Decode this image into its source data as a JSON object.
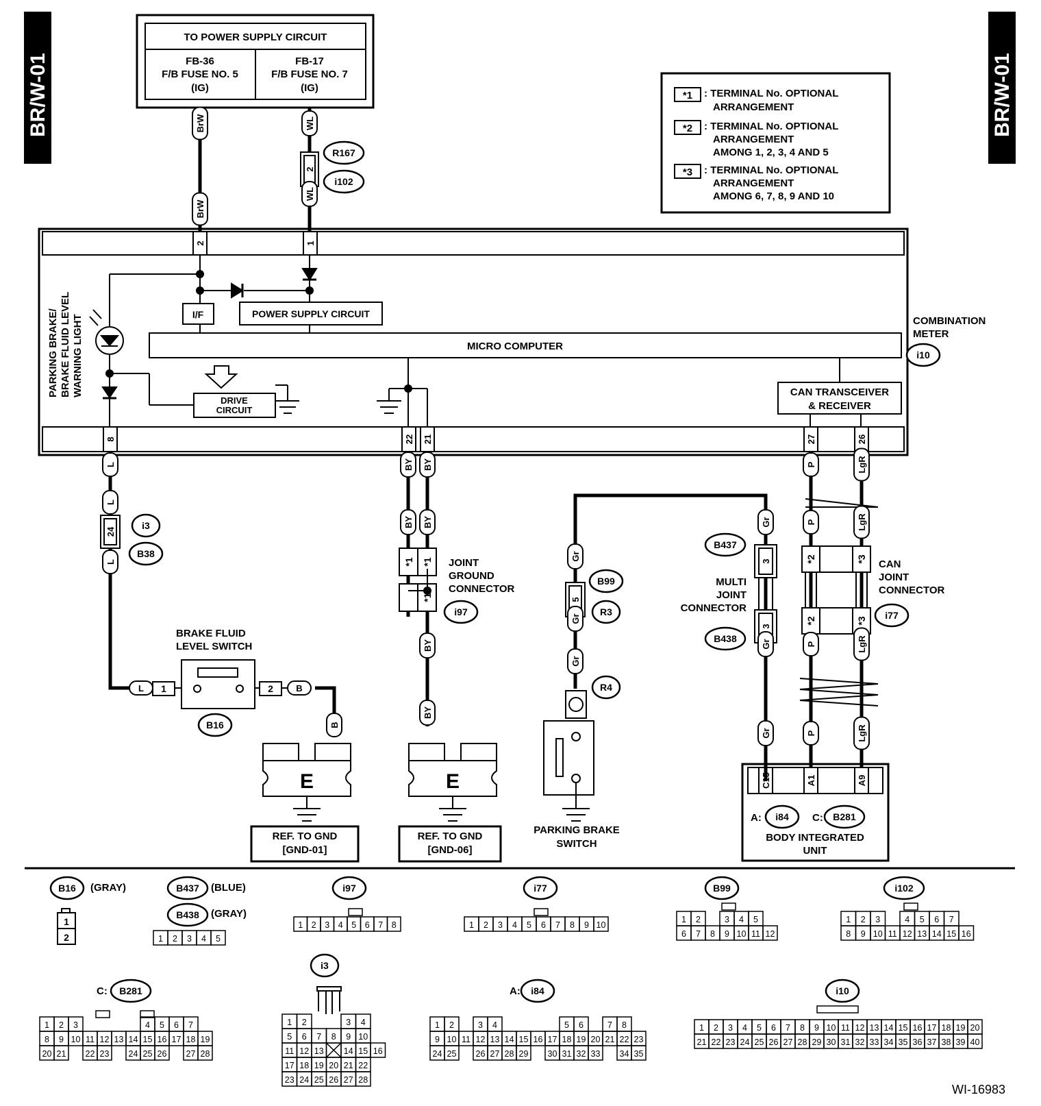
{
  "side_tab": "BR/W-01",
  "power": {
    "title": "TO POWER SUPPLY CIRCUIT",
    "left": [
      "FB-36",
      "F/B FUSE NO. 5",
      "(IG)"
    ],
    "right": [
      "FB-17",
      "F/B FUSE NO. 7",
      "(IG)"
    ]
  },
  "legend": {
    "s1_mark": "*1",
    "s1_l1": ": TERMINAL No. OPTIONAL",
    "s1_l2": "ARRANGEMENT",
    "s2_mark": "*2",
    "s2_l1": ": TERMINAL No. OPTIONAL",
    "s2_l2": "ARRANGEMENT",
    "s2_l3": "AMONG 1, 2, 3, 4  AND 5",
    "s3_mark": "*3",
    "s3_l1": ": TERMINAL No. OPTIONAL",
    "s3_l2": "ARRANGEMENT",
    "s3_l3": "AMONG 6, 7, 8, 9  AND 10"
  },
  "meter": {
    "title1": "COMBINATION",
    "title2": "METER",
    "id": "i10",
    "warning": [
      "PARKING BRAKE/",
      "BRAKE FLUID LEVEL",
      "WARNING LIGHT"
    ],
    "if": "I/F",
    "psc": "POWER SUPPLY CIRCUIT",
    "micro": "MICRO COMPUTER",
    "drive1": "DRIVE",
    "drive2": "CIRCUIT",
    "can1": "CAN TRANSCEIVER",
    "can2": "& RECEIVER"
  },
  "wires": {
    "BrW": "BrW",
    "WL": "WL",
    "L": "L",
    "BY": "BY",
    "Gr": "Gr",
    "P": "P",
    "LgR": "LgR",
    "B": "B"
  },
  "pins": {
    "p1": "1",
    "p2": "2",
    "p3": "3",
    "p5": "5",
    "p8": "8",
    "p21": "21",
    "p22": "22",
    "p24": "24",
    "p26": "26",
    "p27": "27",
    "C15": "C15",
    "A1": "A1",
    "A9": "A9",
    "s1": "*1",
    "s2": "*2",
    "s3": "*3"
  },
  "conn": {
    "R167": "R167",
    "i102": "i102",
    "i3": "i3",
    "B38": "B38",
    "i97": "i97",
    "B99": "B99",
    "R3": "R3",
    "R4": "R4",
    "B437": "B437",
    "B438": "B438",
    "i77": "i77",
    "B16": "B16",
    "i84": "i84",
    "B281": "B281",
    "i10": "i10"
  },
  "labels": {
    "jgc": [
      "JOINT",
      "GROUND",
      "CONNECTOR"
    ],
    "mjc": [
      "MULTI",
      "JOINT",
      "CONNECTOR"
    ],
    "cjc": [
      "CAN",
      "JOINT",
      "CONNECTOR"
    ],
    "bfls": [
      "BRAKE FLUID",
      "LEVEL SWITCH"
    ],
    "pbs": [
      "PARKING BRAKE",
      "SWITCH"
    ],
    "gnd1": [
      "REF. TO GND",
      "[GND-01]"
    ],
    "gnd6": [
      "REF. TO GND",
      "[GND-06]"
    ],
    "biu": [
      "BODY INTEGRATED",
      "UNIT"
    ],
    "E": "E",
    "A_prefix": "A:",
    "C_prefix": "C:"
  },
  "bottom": {
    "gray": "(GRAY)",
    "blue": "(BLUE)",
    "B16_pins": [
      "1",
      "2"
    ],
    "B437_pins": [
      "1",
      "2",
      "3",
      "4",
      "5"
    ],
    "i97_pins": [
      "1",
      "2",
      "3",
      "4",
      "5",
      "6",
      "7",
      "8"
    ],
    "i77_pins": [
      "1",
      "2",
      "3",
      "4",
      "5",
      "6",
      "7",
      "8",
      "9",
      "10"
    ],
    "B99_rows": [
      [
        "1",
        "2",
        "",
        "3",
        "4",
        "5"
      ],
      [
        "6",
        "7",
        "8",
        "9",
        "10",
        "11",
        "12"
      ]
    ],
    "i102_rows": [
      [
        "1",
        "2",
        "3",
        "",
        "4",
        "5",
        "6",
        "7"
      ],
      [
        "8",
        "9",
        "10",
        "11",
        "12",
        "13",
        "14",
        "15",
        "16"
      ]
    ],
    "B281_rows": [
      [
        "1",
        "2",
        "3",
        "",
        "",
        "",
        "",
        "4",
        "5",
        "6",
        "7"
      ],
      [
        "8",
        "9",
        "10",
        "11",
        "12",
        "13",
        "14",
        "15",
        "16",
        "17",
        "18",
        "19"
      ],
      [
        "20",
        "21",
        "",
        "22",
        "23",
        "",
        "24",
        "25",
        "26",
        "",
        "27",
        "28"
      ]
    ],
    "i3_rows": [
      [
        "1",
        "2",
        "",
        "",
        "3",
        "4"
      ],
      [
        "5",
        "6",
        "7",
        "8",
        "9",
        "10"
      ],
      [
        "11",
        "12",
        "13",
        "X",
        "14",
        "15",
        "16"
      ],
      [
        "17",
        "18",
        "19",
        "20",
        "21",
        "22"
      ],
      [
        "23",
        "24",
        "25",
        "26",
        "27",
        "28"
      ]
    ],
    "i84_rows": [
      [
        "1",
        "2",
        "",
        "3",
        "4",
        "",
        "",
        "",
        "",
        "5",
        "6",
        "",
        "7",
        "8"
      ],
      [
        "9",
        "10",
        "11",
        "12",
        "13",
        "14",
        "15",
        "16",
        "17",
        "18",
        "19",
        "20",
        "21",
        "22",
        "23"
      ],
      [
        "24",
        "25",
        "",
        "26",
        "27",
        "28",
        "29",
        "",
        "30",
        "31",
        "32",
        "33",
        "",
        "34",
        "35"
      ]
    ],
    "i10_rows": [
      [
        "1",
        "2",
        "3",
        "4",
        "5",
        "6",
        "7",
        "8",
        "9",
        "10",
        "11",
        "12",
        "13",
        "14",
        "15",
        "16",
        "17",
        "18",
        "19",
        "20"
      ],
      [
        "21",
        "22",
        "23",
        "24",
        "25",
        "26",
        "27",
        "28",
        "29",
        "30",
        "31",
        "32",
        "33",
        "34",
        "35",
        "36",
        "37",
        "38",
        "39",
        "40"
      ]
    ],
    "code": "WI-16983"
  }
}
